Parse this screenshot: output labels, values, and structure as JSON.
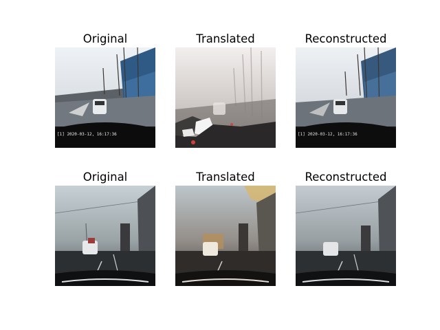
{
  "figure": {
    "rows": [
      {
        "panels": [
          {
            "title": "Original",
            "timestamp": "[1] 2020-03-12, 16:17:36"
          },
          {
            "title": "Translated",
            "timestamp": ""
          },
          {
            "title": "Reconstructed",
            "timestamp": "[1] 2020-03-12, 16:17:36"
          }
        ]
      },
      {
        "panels": [
          {
            "title": "Original"
          },
          {
            "title": "Translated"
          },
          {
            "title": "Reconstructed"
          }
        ]
      }
    ]
  }
}
